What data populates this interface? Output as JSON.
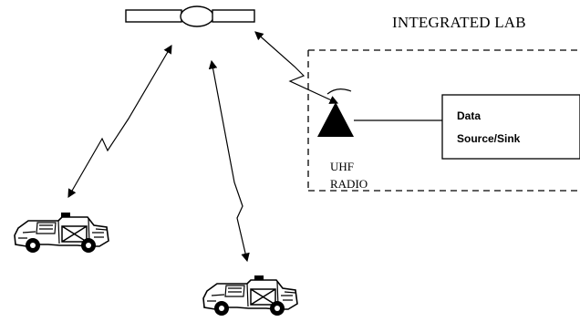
{
  "lab": {
    "title": "INTEGRATED LAB"
  },
  "radio": {
    "line1": "UHF",
    "line2": "RADIO"
  },
  "data_box": {
    "line1": "Data",
    "line2": "Source/Sink"
  },
  "icons": {
    "satellite": "satellite-icon",
    "vehicle": "humvee-icon",
    "antenna": "triangle-antenna-icon"
  }
}
